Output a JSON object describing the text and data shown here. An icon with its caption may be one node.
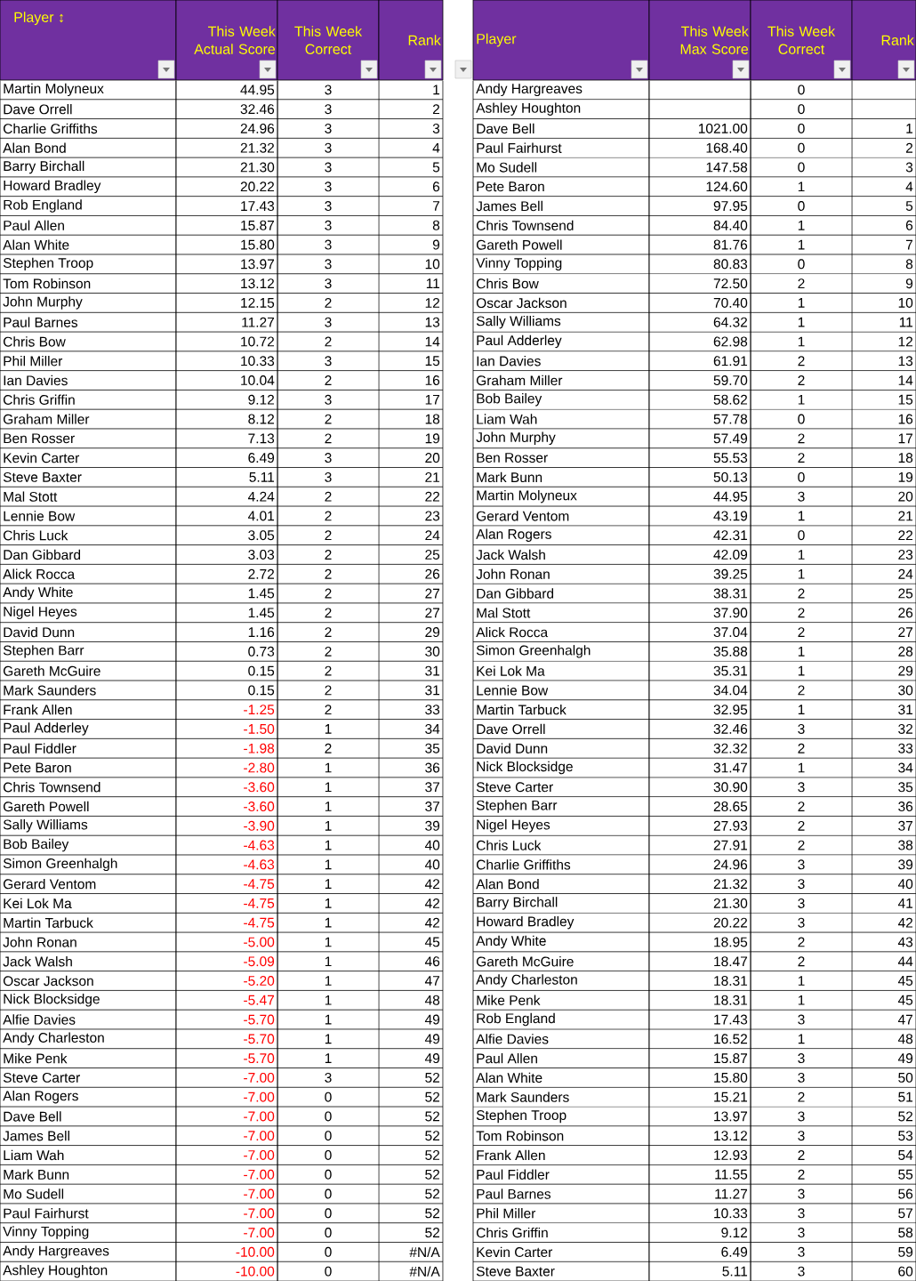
{
  "diagram": {
    "labels": [
      "Player ↕",
      "This Week Actual Score",
      "This Week Correct",
      "Rank",
      "Player",
      "This Week Max Score",
      "This Week Correct",
      "Rank",
      "Martin Molyneux",
      "44.95",
      "3",
      "1",
      "Andy Hargreaves",
      "0",
      "Dave Orrell",
      "32.46",
      "3",
      "2",
      "Ashley Houghton",
      "0",
      "Charlie Griffiths",
      "24.96",
      "3",
      "3",
      "Dave Bell",
      "1021.00",
      "0",
      "1",
      "Alan Bond",
      "21.32",
      "3",
      "4",
      "Paul Fairhurst",
      "168.40",
      "0",
      "2",
      "Barry Birchall",
      "21.30",
      "3",
      "5",
      "Mo Sudell",
      "147.58",
      "0",
      "3",
      "Howard Bradley",
      "20.22",
      "3",
      "6",
      "Pete Baron",
      "124.60",
      "1",
      "4",
      "Rob England",
      "17.43",
      "3",
      "7",
      "James Bell",
      "97.95",
      "0",
      "5",
      "Paul Allen",
      "15.87",
      "3",
      "8",
      "Chris Townsend",
      "84.40",
      "1",
      "6",
      "Alan White",
      "15.80",
      "3",
      "9",
      "Gareth Powell",
      "81.76",
      "1",
      "7",
      "Stephen Troop",
      "13.97",
      "3",
      "10",
      "Vinny Topping",
      "80.83",
      "0",
      "8",
      "Tom Robinson",
      "13.12",
      "3",
      "11",
      "Chris Bow",
      "72.50",
      "2",
      "9",
      "John Murphy",
      "12.15",
      "2",
      "12",
      "Oscar Jackson",
      "70.40",
      "1",
      "10",
      "Paul Barnes",
      "11.27",
      "3",
      "13",
      "Sally Williams",
      "64.32",
      "1",
      "11",
      "Chris Bow",
      "10.72",
      "2",
      "14",
      "Paul Adderley",
      "62.98",
      "1",
      "12",
      "Phil Miller",
      "10.33",
      "3",
      "15",
      "Ian Davies",
      "61.91",
      "2",
      "13",
      "Ian Davies",
      "10.04",
      "2",
      "16",
      "Graham Miller",
      "59.70",
      "2",
      "14",
      "Chris Griffin",
      "9.12",
      "3",
      "17",
      "Bob Bailey",
      "58.62",
      "1",
      "15",
      "Graham Miller",
      "8.12",
      "2",
      "18",
      "Liam Wah",
      "57.78",
      "0",
      "16",
      "Ben Rosser",
      "7.13",
      "2",
      "19",
      "John Murphy",
      "57.49",
      "2",
      "17",
      "Kevin Carter",
      "6.49",
      "3",
      "20",
      "Ben Rosser",
      "55.53",
      "2",
      "18",
      "Steve Baxter",
      "5.11",
      "3",
      "21",
      "Mark Bunn",
      "50.13",
      "0",
      "19",
      "Mal Stott",
      "4.24",
      "2",
      "22",
      "Martin Molyneux",
      "44.95",
      "3",
      "20",
      "Lennie Bow",
      "4.01",
      "2",
      "23",
      "Gerard Ventom",
      "43.19",
      "1",
      "21",
      "Chris Luck",
      "3.05",
      "2",
      "24",
      "Alan Rogers",
      "42.31",
      "0",
      "22",
      "Dan Gibbard",
      "3.03",
      "2",
      "25",
      "Jack Walsh",
      "42.09",
      "1",
      "23",
      "Alick Rocca",
      "2.72",
      "2",
      "26",
      "John Ronan",
      "39.25",
      "1",
      "24",
      "Andy White",
      "1.45",
      "2",
      "27",
      "Dan Gibbard",
      "38.31",
      "2",
      "25",
      "Nigel Heyes",
      "1.45",
      "2",
      "27",
      "Mal Stott",
      "37.90",
      "2",
      "26",
      "David Dunn",
      "1.16",
      "2",
      "29",
      "Alick Rocca",
      "37.04",
      "2",
      "27",
      "Stephen Barr",
      "0.73",
      "2",
      "30",
      "Simon Greenhalgh",
      "35.88",
      "1",
      "28",
      "Gareth McGuire",
      "0.15",
      "2",
      "31",
      "Kei Lok Ma",
      "35.31",
      "1",
      "29",
      "Mark Saunders",
      "0.15",
      "2",
      "31",
      "Lennie Bow",
      "34.04",
      "2",
      "30",
      "Frank Allen",
      "-1.25",
      "2",
      "33",
      "Martin Tarbuck",
      "32.95",
      "1",
      "31",
      "Paul Adderley",
      "-1.50",
      "1",
      "34",
      "Dave Orrell",
      "32.46",
      "3",
      "32",
      "Paul Fiddler",
      "-1.98",
      "2",
      "35",
      "David Dunn",
      "32.32",
      "2",
      "33",
      "Pete Baron",
      "-2.80",
      "1",
      "36",
      "Nick Blocksidge",
      "31.47",
      "1",
      "34",
      "Chris Townsend",
      "-3.60",
      "1",
      "37",
      "Steve Carter",
      "30.90",
      "3",
      "35",
      "Gareth Powell",
      "-3.60",
      "1",
      "37",
      "Stephen Barr",
      "28.65",
      "2",
      "36",
      "Sally Williams",
      "-3.90",
      "1",
      "39",
      "Nigel Heyes",
      "27.93",
      "2",
      "37",
      "Bob Bailey",
      "-4.63",
      "1",
      "40",
      "Chris Luck",
      "27.91",
      "2",
      "38",
      "Simon Greenhalgh",
      "-4.63",
      "1",
      "40",
      "Charlie Griffiths",
      "24.96",
      "3",
      "39",
      "Gerard Ventom",
      "-4.75",
      "1",
      "42",
      "Alan Bond",
      "21.32",
      "3",
      "40",
      "Kei Lok Ma",
      "-4.75",
      "1",
      "42",
      "Barry Birchall",
      "21.30",
      "3",
      "41",
      "Martin Tarbuck",
      "-4.75",
      "1",
      "42",
      "Howard Bradley",
      "20.22",
      "3",
      "42",
      "John Ronan",
      "-5.00",
      "1",
      "45",
      "Andy White",
      "18.95",
      "2",
      "43",
      "Jack Walsh",
      "-5.09",
      "1",
      "46",
      "Gareth McGuire",
      "18.47",
      "2",
      "44",
      "Oscar Jackson",
      "-5.20",
      "1",
      "47",
      "Andy Charleston",
      "18.31",
      "1",
      "45",
      "Nick Blocksidge",
      "-5.47",
      "1",
      "48",
      "Mike Penk",
      "18.31",
      "1",
      "45",
      "Alfie Davies",
      "-5.70",
      "1",
      "49",
      "Rob England",
      "17.43",
      "3",
      "47",
      "Andy Charleston",
      "-5.70",
      "1",
      "49",
      "Alfie Davies",
      "16.52",
      "1",
      "48",
      "Mike Penk",
      "-5.70",
      "1",
      "49",
      "Paul Allen",
      "15.87",
      "3",
      "49",
      "Steve Carter",
      "-7.00",
      "3",
      "52",
      "Alan White",
      "15.80",
      "3",
      "50",
      "Alan Rogers",
      "-7.00",
      "0",
      "52",
      "Mark Saunders",
      "15.21",
      "2",
      "51",
      "Dave Bell",
      "-7.00",
      "0",
      "52",
      "Stephen Troop",
      "13.97",
      "3",
      "52",
      "James Bell",
      "-7.00",
      "0",
      "52",
      "Tom Robinson",
      "13.12",
      "3",
      "53",
      "Liam Wah",
      "-7.00",
      "0",
      "52",
      "Frank Allen",
      "12.93",
      "2",
      "54",
      "Mark Bunn",
      "-7.00",
      "0",
      "52",
      "Paul Fiddler",
      "11.55",
      "2",
      "55",
      "Mo Sudell",
      "-7.00",
      "0",
      "52",
      "Paul Barnes",
      "11.27",
      "3",
      "56",
      "Paul Fairhurst",
      "-7.00",
      "0",
      "52",
      "Phil Miller",
      "10.33",
      "3",
      "57",
      "Vinny Topping",
      "-7.00",
      "0",
      "52",
      "Chris Griffin",
      "9.12",
      "3",
      "58",
      "Andy Hargreaves",
      "-10.00",
      "0",
      "#N/A",
      "Kevin Carter",
      "6.49",
      "3",
      "59",
      "Ashley Houghton",
      "-10.00",
      "0",
      "#N/A",
      "Steve Baxter",
      "5.11",
      "3",
      "60"
    ]
  }
}
